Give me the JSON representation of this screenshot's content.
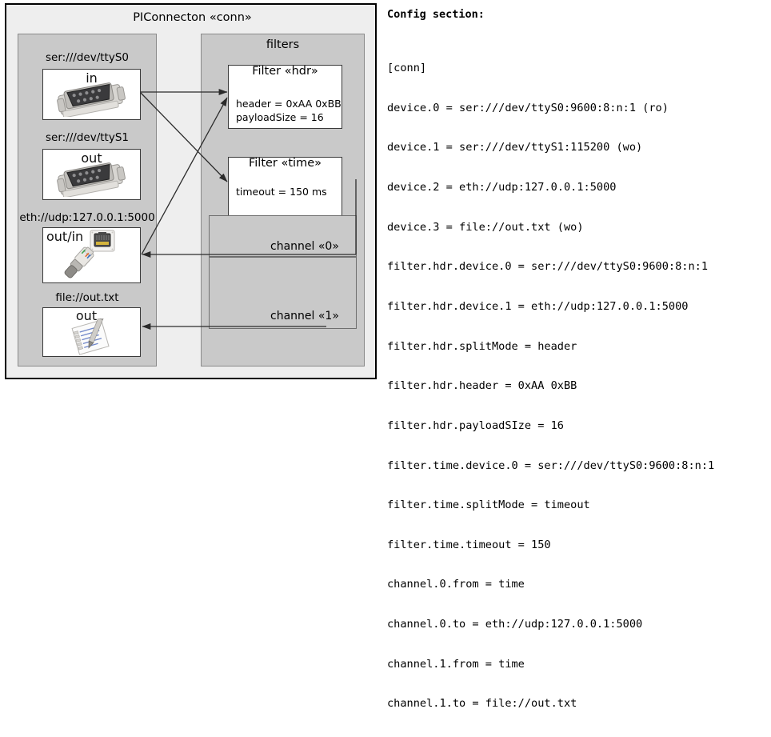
{
  "diagram": {
    "title": "PIConnecton «conn»",
    "devices_panel": {
      "name": "devices",
      "items": [
        {
          "label": "ser:///dev/ttyS0",
          "direction": "in",
          "icon": "serial-db9-icon"
        },
        {
          "label": "ser:///dev/ttyS1",
          "direction": "out",
          "icon": "serial-db9-icon"
        },
        {
          "label": "eth://udp:127.0.0.1:5000",
          "direction": "out/in",
          "icon": "ethernet-rj45-icon"
        },
        {
          "label": "file://out.txt",
          "direction": "out",
          "icon": "text-file-icon"
        }
      ]
    },
    "filters_panel": {
      "title": "filters",
      "filters": [
        {
          "title": "Filter «hdr»",
          "props": [
            "header = 0xAA 0xBB",
            "payloadSize = 16"
          ]
        },
        {
          "title": "Filter «time»",
          "props": [
            "timeout = 150 ms"
          ]
        }
      ],
      "channels": [
        {
          "label": "channel «0»"
        },
        {
          "label": "channel «1»"
        }
      ]
    }
  },
  "config": {
    "heading": "Config section:",
    "lines": [
      "[conn]",
      "device.0 = ser:///dev/ttyS0:9600:8:n:1 (ro)",
      "device.1 = ser:///dev/ttyS1:115200 (wo)",
      "device.2 = eth://udp:127.0.0.1:5000",
      "device.3 = file://out.txt (wo)",
      "filter.hdr.device.0 = ser:///dev/ttyS0:9600:8:n:1",
      "filter.hdr.device.1 = eth://udp:127.0.0.1:5000",
      "filter.hdr.splitMode = header",
      "filter.hdr.header = 0xAA 0xBB",
      "filter.hdr.payloadSIze = 16",
      "filter.time.device.0 = ser:///dev/ttyS0:9600:8:n:1",
      "filter.time.splitMode = timeout",
      "filter.time.timeout = 150",
      "channel.0.from = time",
      "channel.0.to = eth://udp:127.0.0.1:5000",
      "channel.1.from = time",
      "channel.1.to = file://out.txt"
    ]
  },
  "colors": {
    "frame_border": "#000000",
    "diagram_bg": "#eeeeee",
    "panel_bg": "#c9c9c9",
    "panel_border": "#8a8a8a",
    "box_bg": "#ffffff",
    "box_border": "#3a3a3a",
    "wire": "#2b2b2b"
  }
}
